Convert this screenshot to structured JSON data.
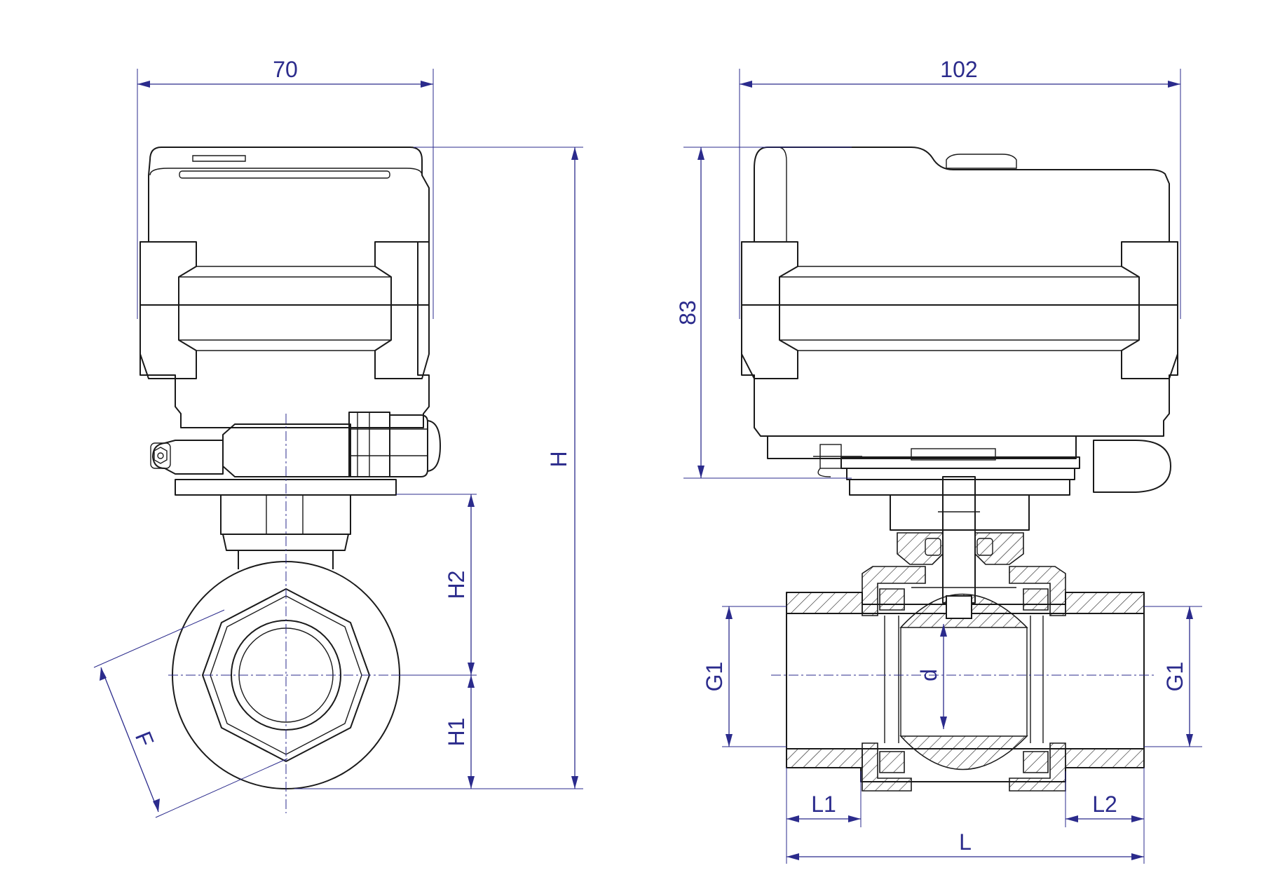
{
  "dimensions": {
    "side_width": "70",
    "front_width": "102",
    "actuator_height": "83",
    "total_height": "H",
    "h2": "H2",
    "h1": "H1",
    "hex_flat": "F",
    "g1_left": "G1",
    "g1_right": "G1",
    "bore": "d",
    "l1": "L1",
    "l2": "L2",
    "length": "L"
  },
  "colors": {
    "outline": "#1a1a1a",
    "dimension": "#2b2b8c"
  }
}
